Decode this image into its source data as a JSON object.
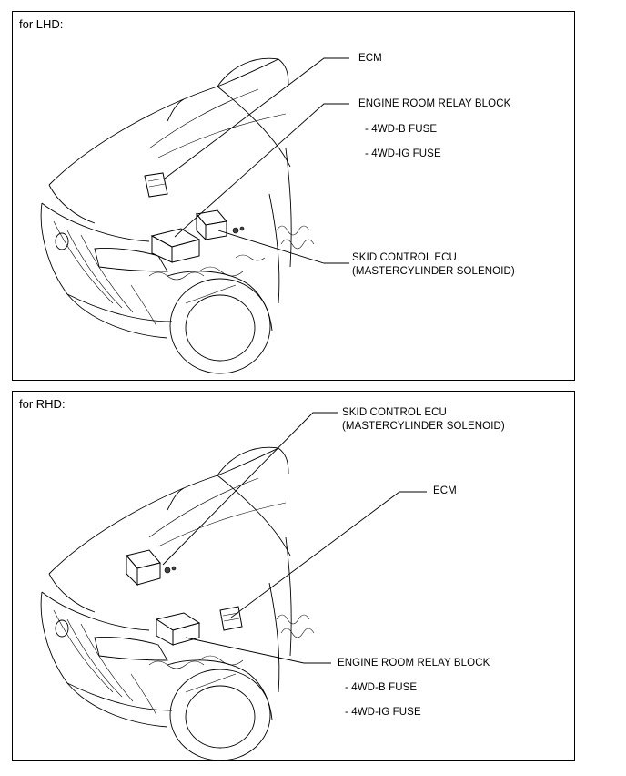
{
  "panels": [
    {
      "title": "for LHD:",
      "labels": {
        "ecm": "ECM",
        "relay_block": "ENGINE ROOM RELAY BLOCK",
        "fuse_b": "- 4WD-B FUSE",
        "fuse_ig": "- 4WD-IG FUSE",
        "skid_ecu": "SKID CONTROL ECU",
        "skid_ecu_sub": "(MASTERCYLINDER SOLENOID)"
      }
    },
    {
      "title": "for RHD:",
      "labels": {
        "skid_ecu": "SKID CONTROL ECU",
        "skid_ecu_sub": "(MASTERCYLINDER SOLENOID)",
        "ecm": "ECM",
        "relay_block": "ENGINE ROOM RELAY BLOCK",
        "fuse_b": "- 4WD-B FUSE",
        "fuse_ig": "- 4WD-IG FUSE"
      }
    }
  ]
}
